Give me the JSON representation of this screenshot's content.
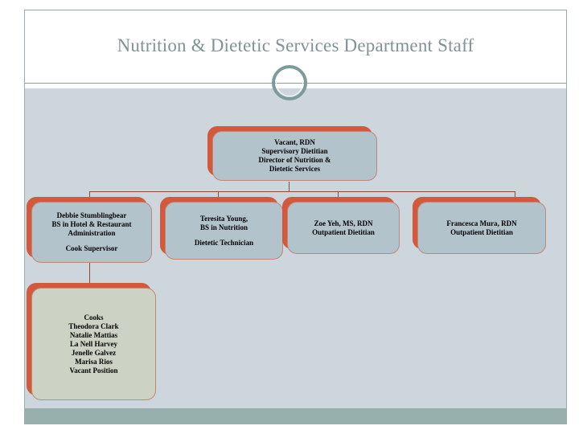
{
  "slide": {
    "title": "Nutrition & Dietetic Services Department Staff",
    "title_color": "#7f9396",
    "body_bg": "#ccd6dc",
    "footer_bg": "#97b0ae",
    "node_fill": "#b3c3cc",
    "node_alt_fill": "#ccd2c4",
    "node_shadow": "#d3593c",
    "connector_color": "#8c4a38"
  },
  "org": {
    "root": {
      "lines": [
        "Vacant, RDN",
        "Supervisory Dietitian",
        "Director of Nutrition &",
        "Dietetic Services"
      ]
    },
    "children": [
      {
        "lines": [
          "Debbie Stumblingbear",
          "BS in Hotel & Restaurant",
          "Administration",
          "",
          "Cook Supervisor"
        ]
      },
      {
        "lines": [
          "Teresita Young,",
          "BS in Nutrition",
          "",
          "Dietetic Technician"
        ]
      },
      {
        "lines": [
          "Zoe Yeh, MS, RDN",
          "Outpatient Dietitian"
        ]
      },
      {
        "lines": [
          "Francesca Mura, RDN",
          "Outpatient Dietitian"
        ]
      }
    ],
    "cooks": {
      "lines": [
        "Cooks",
        "Theodora Clark",
        "Natalie Mattias",
        "La Nell Harvey",
        "Jenelle Galvez",
        "Marisa Rios",
        "Vacant Position"
      ]
    }
  }
}
